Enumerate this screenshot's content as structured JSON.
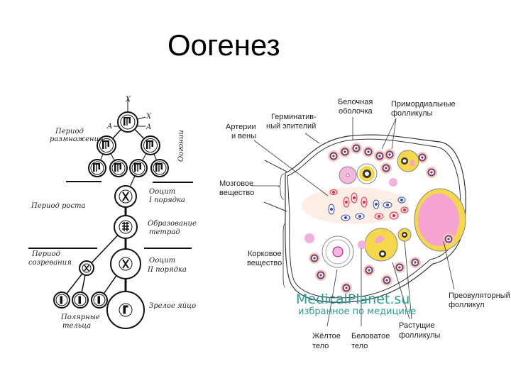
{
  "slide": {
    "title": "Оогенез"
  },
  "left_diagram": {
    "marks": {
      "x_top": "X",
      "x_right": "X",
      "a_left": "A",
      "a_right": "A"
    },
    "period_reproduction": [
      "Период",
      "размножения"
    ],
    "oogonia": "Оогонии",
    "period_growth": "Период роста",
    "oocyte_1": [
      "Ооцит",
      "I порядка"
    ],
    "tetrad_formation": [
      "Образование",
      "тетрад"
    ],
    "period_maturation": [
      "Период",
      "созревания"
    ],
    "oocyte_2": [
      "Ооцит",
      "II порядка"
    ],
    "mature_egg": "Зрелое яйцо",
    "polar_bodies": [
      "Полярные",
      "тельца"
    ]
  },
  "right_diagram": {
    "tunica": [
      "Белочная",
      "оболочка"
    ],
    "primordial": [
      "Примордиальные",
      "фолликулы"
    ],
    "germinal": [
      "Герминатив-",
      "ный эпителий"
    ],
    "arteries": [
      "Артерии",
      "и вены"
    ],
    "medulla": [
      "Мозговое",
      "вещество"
    ],
    "cortex": [
      "Корковое",
      "вещество"
    ],
    "preovulatory": [
      "Преовуляторный",
      "фолликул"
    ],
    "growing": [
      "Растущие",
      "фолликулы"
    ],
    "corpus_luteum": [
      "Жёлтое",
      "тело"
    ],
    "corpus_albicans": [
      "Беловатое",
      "тело"
    ],
    "watermark": [
      "MedicalPlanet.su",
      "избранное по медицине"
    ]
  },
  "colors": {
    "yellow": "#f5d84a",
    "pink": "#f0a8d8",
    "red": "#e0303a",
    "blue": "#2a4fb0",
    "teal": "#2a9c94"
  }
}
